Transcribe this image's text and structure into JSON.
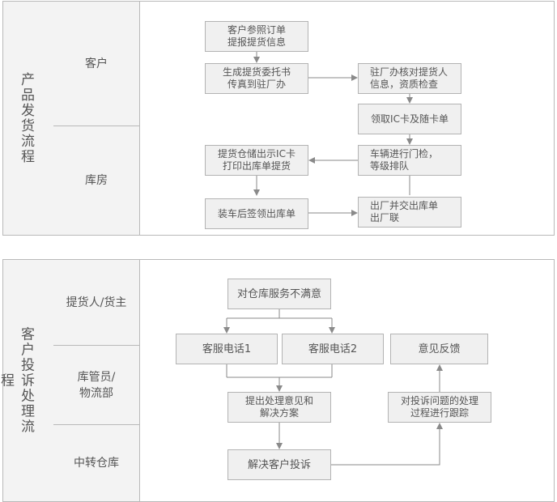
{
  "panel1": {
    "title": "产品发货流程",
    "roles": [
      "客户",
      "库房"
    ],
    "boxes": {
      "b1": "客户参照订单\n提报提货信息",
      "b2": "生成提货委托书\n传真到驻厂办",
      "b3": "驻厂办核对提货人\n信息，资质检查",
      "b4": "领取IC卡及随卡单",
      "b5": "车辆进行门检，\n等级排队",
      "b6": "提货仓储出示IC卡\n打印出库单提货",
      "b7": "装车后签领出库单",
      "b8": "出厂并交出库单\n出厂联"
    }
  },
  "panel2": {
    "title": "客户投诉处理流程",
    "roles": [
      "提货人/货主",
      "库管员/\n物流部",
      "中转仓库"
    ],
    "boxes": {
      "c1": "对仓库服务不满意",
      "c2": "客服电话1",
      "c3": "客服电话2",
      "c4": "提出处理意见和\n解决方案",
      "c5": "解决客户投诉",
      "c6": "对投诉问题的处理\n过程进行跟踪",
      "c7": "意见反馈"
    }
  },
  "colors": {
    "line": "#8a8a8a",
    "box_bg": "#f0f0f0",
    "side_bg": "#f3f3f3",
    "border": "#b9b9b9"
  }
}
